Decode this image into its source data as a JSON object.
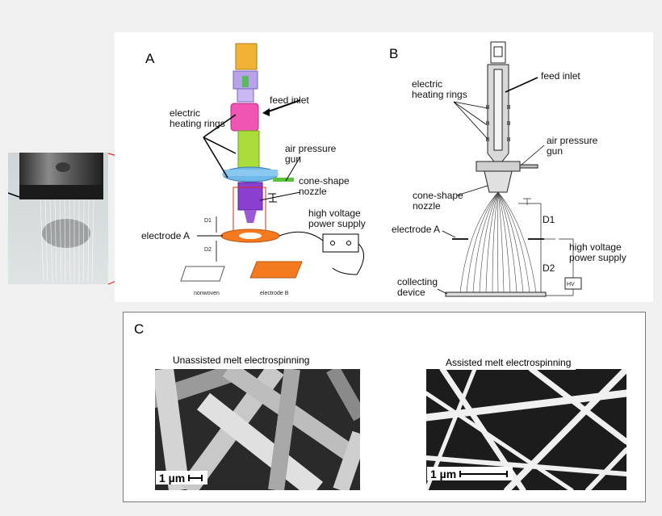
{
  "panel_a": {
    "letter": "A",
    "labels": {
      "feed_inlet": "feed inlet",
      "heating_rings": "electric\nheating rings",
      "air_gun": "air pressure\ngun",
      "nozzle": "cone-shape\nnozzle",
      "power": "high voltage\npower supply",
      "electrode_a": "electrode A",
      "d1": "D1",
      "d2": "D2",
      "nonwoven": "nonwoven",
      "electrode_b": "electrode B"
    }
  },
  "panel_b": {
    "letter": "B",
    "labels": {
      "feed_inlet": "feed inlet",
      "heating_rings": "electric\nheating rings",
      "air_gun": "air pressure\ngun",
      "nozzle": "cone-shape\nnozzle",
      "electrode_a": "electrode A",
      "d1": "D1",
      "d2": "D2",
      "power": "high voltage\npower supply",
      "hv": "HV",
      "collector": "collecting\ndevice"
    }
  },
  "panel_c": {
    "letter": "C",
    "left": {
      "caption": "Unassisted melt electrospinning",
      "scale": "1 µm"
    },
    "right": {
      "caption": "Assisted melt electrospinning",
      "scale": "1 µm"
    }
  },
  "colors": {
    "feed": "#f2b233",
    "lavender": "#b7a3ea",
    "pink": "#f055b4",
    "green": "#a8dd3a",
    "blue": "#6fb8e8",
    "purple": "#8a3fd1",
    "orange": "#f47a1f",
    "red": "#e0261c",
    "gun_green": "#58c43a"
  }
}
